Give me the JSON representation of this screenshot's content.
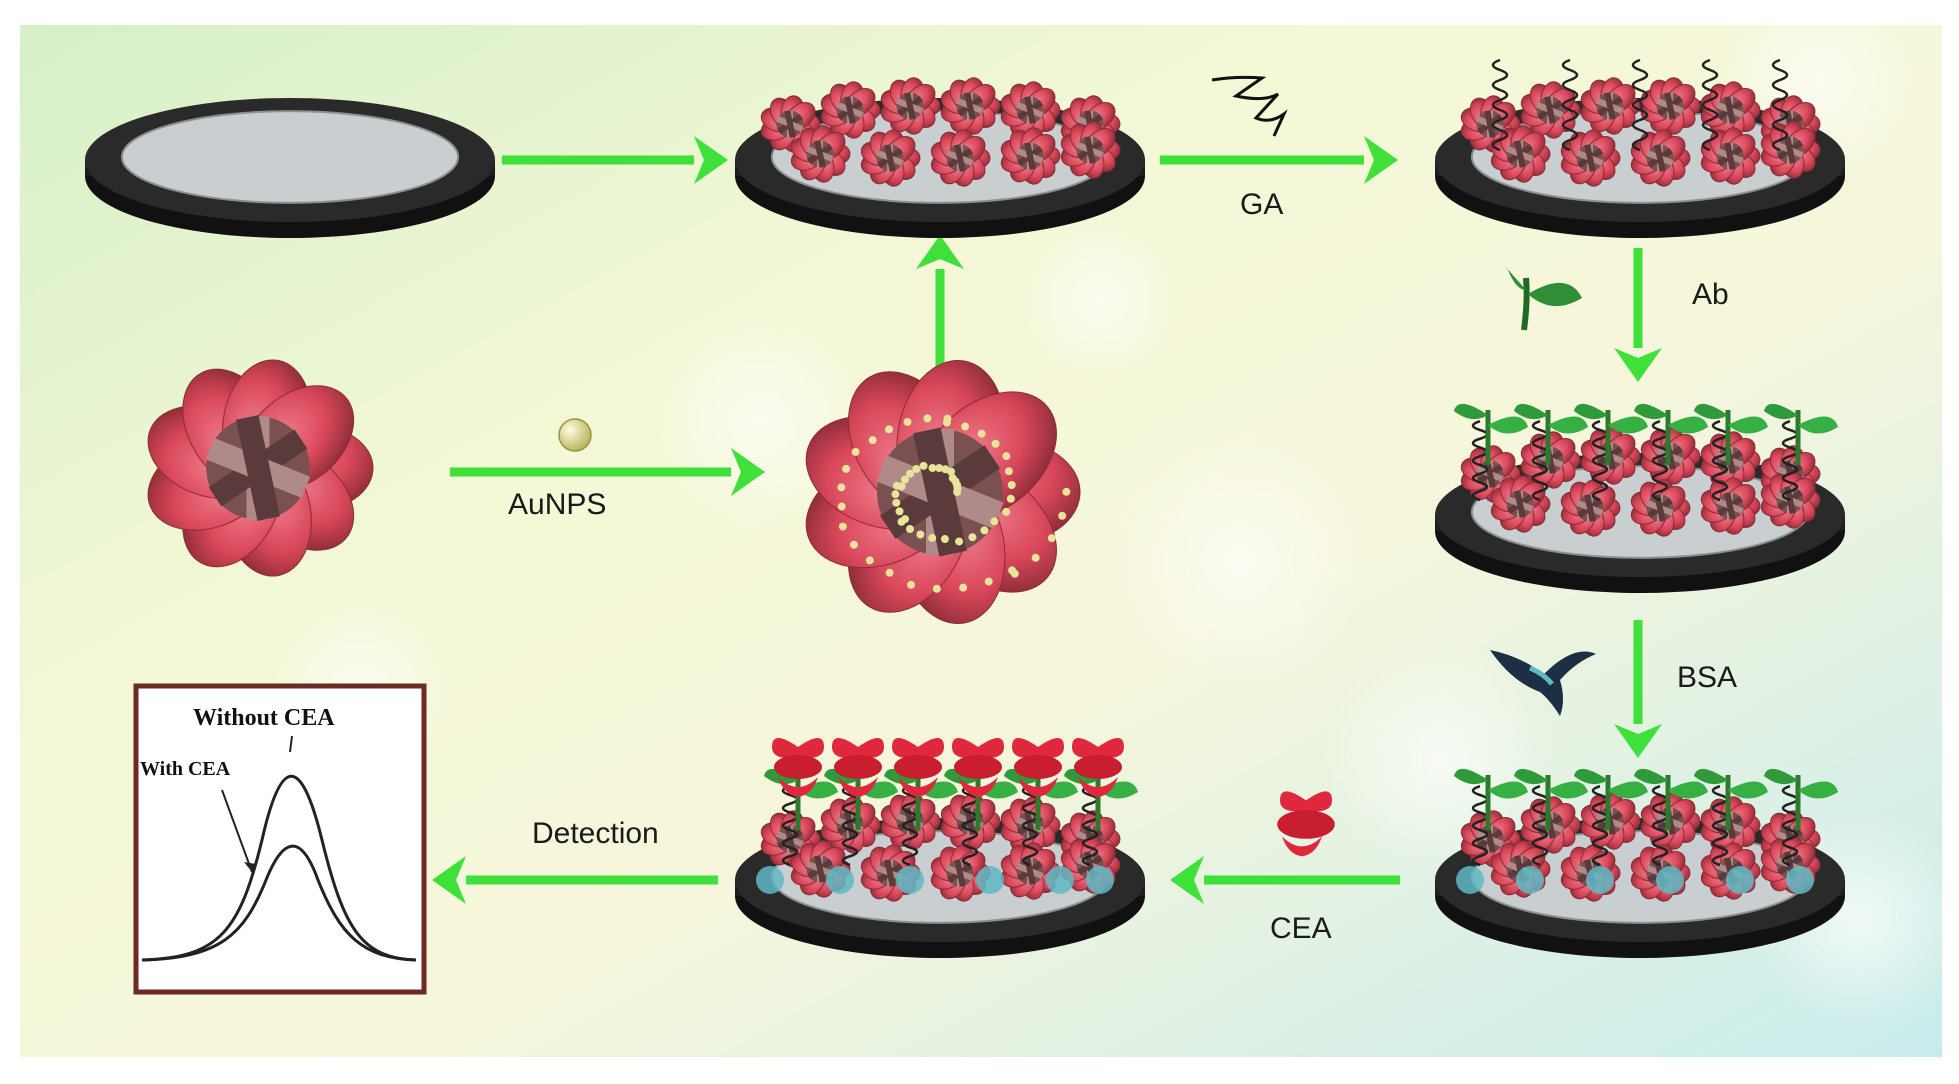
{
  "labels": {
    "ga": "GA",
    "ab": "Ab",
    "aunps": "AuNPS",
    "bsa": "BSA",
    "detection": "Detection",
    "cea": "CEA"
  },
  "plot": {
    "without_cea": "Without CEA",
    "with_cea": "With CEA"
  },
  "colors": {
    "arrow": "#3fe03a",
    "flower": "#d9475a",
    "flower_dark": "#8a2c36",
    "disk_rim": "#2a2a2a",
    "disk_face": "#c9cfd1",
    "leaf": "#2f9a3a",
    "ball": "#e8e49a",
    "cea_protein": "#e0283c",
    "bsa_blue": "#5fb8c4",
    "plot_border": "#6b2a22"
  },
  "icons": [
    "disk-electrode",
    "flower-nanostructure",
    "gold-nanoparticle",
    "glutaraldehyde-strand",
    "antibody-sprout",
    "bsa-bird",
    "cea-antigen",
    "voltammogram"
  ]
}
